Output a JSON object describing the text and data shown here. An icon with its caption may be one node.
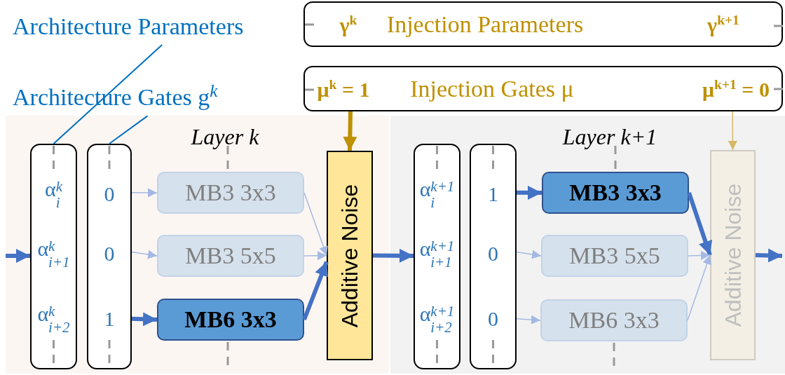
{
  "diagram": {
    "nodes": [
      {
        "text": [
          "Architecture Parameters"
        ]
      },
      {
        "text": [
          "Architecture Gates g$^{k}$"
        ]
      },
      {
        "text": [
          "γ$^{k}$",
          "Injection Parameters",
          "γ$^{k+1}$"
        ]
      },
      {
        "text": [
          "μ$^{k}$ = 1",
          "Injection Gates μ",
          "μ$^{k+1}$ = 0"
        ]
      },
      {
        "text": [
          "Layer k"
        ]
      },
      {
        "text": [
          "α$^{k}$$_{i}$",
          "α$^{k}$$_{i+1}$",
          "α$^{k}$$_{i+2}$"
        ],
        "in": 4
      },
      {
        "text": [
          "0",
          "0",
          "1"
        ],
        "in": 4
      },
      {
        "text": [
          "MB3 3x3"
        ],
        "in": 4
      },
      {
        "text": [
          "MB3 5x5"
        ],
        "in": 4
      },
      {
        "text": [
          "MB6 3x3"
        ],
        "in": 4
      },
      {
        "text": [
          "Additive Noise"
        ],
        "in": 4
      },
      {
        "text": [
          "Layer k+1"
        ]
      },
      {
        "text": [
          "α$^{k+1}$$_{i}$",
          "α$^{k+1}$$_{i+1}$",
          "α$^{k+1}$$_{i+2}$"
        ],
        "in": 11
      },
      {
        "text": [
          "1",
          "0",
          "0"
        ],
        "in": 11
      },
      {
        "text": [
          "MB3 3x3"
        ],
        "in": 11
      },
      {
        "text": [
          "MB3 5x5"
        ],
        "in": 11
      },
      {
        "text": [
          "MB6 3x3"
        ],
        "in": 11
      },
      {
        "text": [
          "Additive Noise"
        ],
        "in": 11
      }
    ],
    "edges": [
      {
        "from": 0,
        "to": 5,
        "arrow": "none",
        "color": "#0070c0"
      },
      {
        "from": 1,
        "to": 6,
        "arrow": "none",
        "color": "#0070c0"
      },
      {
        "from": null,
        "to": 5,
        "arrow": "to",
        "style": "thick",
        "color": "#4472c4"
      },
      {
        "from": 6,
        "to": 7,
        "arrow": "to"
      },
      {
        "from": 6,
        "to": 8,
        "arrow": "to"
      },
      {
        "from": 6,
        "to": 9,
        "arrow": "to",
        "style": "thick",
        "color": "#4472c4"
      },
      {
        "from": 7,
        "to": 10,
        "arrow": "to"
      },
      {
        "from": 8,
        "to": 10,
        "arrow": "to"
      },
      {
        "from": 9,
        "to": 10,
        "arrow": "to",
        "style": "thick",
        "color": "#4472c4"
      },
      {
        "from": 3,
        "to": 10,
        "arrow": "to",
        "style": "thick",
        "color": "#bf9000"
      },
      {
        "from": 10,
        "to": 12,
        "arrow": "to",
        "style": "thick",
        "color": "#4472c4"
      },
      {
        "from": 13,
        "to": 14,
        "arrow": "to",
        "style": "thick",
        "color": "#4472c4"
      },
      {
        "from": 13,
        "to": 15,
        "arrow": "to"
      },
      {
        "from": 13,
        "to": 16,
        "arrow": "to"
      },
      {
        "from": 14,
        "to": 17,
        "arrow": "to",
        "style": "thick",
        "color": "#4472c4"
      },
      {
        "from": 15,
        "to": 17,
        "arrow": "to"
      },
      {
        "from": 16,
        "to": 17,
        "arrow": "to"
      },
      {
        "from": 3,
        "to": 17,
        "arrow": "to",
        "color": "#d6b868"
      },
      {
        "from": 17,
        "to": null,
        "arrow": "to",
        "style": "thick",
        "color": "#4472c4"
      }
    ]
  }
}
